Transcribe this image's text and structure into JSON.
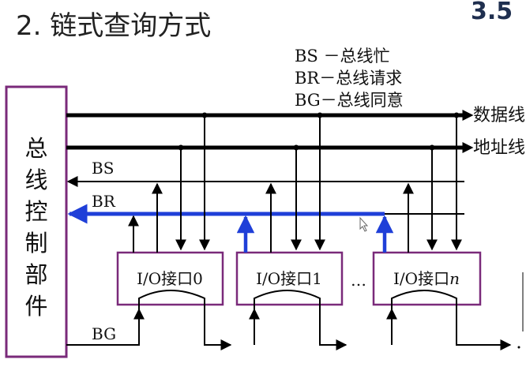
{
  "title": "2. 链式查询方式",
  "section_number": "3.5",
  "legend": {
    "bs": "BS －总线忙",
    "br": "BR－总线请求",
    "bg": "BG－总线同意"
  },
  "buses": {
    "data": "数据线",
    "address": "地址线"
  },
  "signals": {
    "bs": "BS",
    "br": "BR",
    "bg": "BG"
  },
  "controller": [
    "总",
    "线",
    "控",
    "制",
    "部",
    "件"
  ],
  "devices": [
    {
      "prefix": "I/O接口",
      "index": "0"
    },
    {
      "prefix": "I/O接口",
      "index": "1"
    },
    {
      "prefix": "I/O接口",
      "index": "n"
    }
  ],
  "ellipsis": "…",
  "colors": {
    "controller_border": "#7a2a7a",
    "device_border": "#7a2a7a",
    "bus_line": "#000000",
    "request_line": "#1f3fd8",
    "title_text": "#222222",
    "section_text": "#1f2f4f"
  }
}
